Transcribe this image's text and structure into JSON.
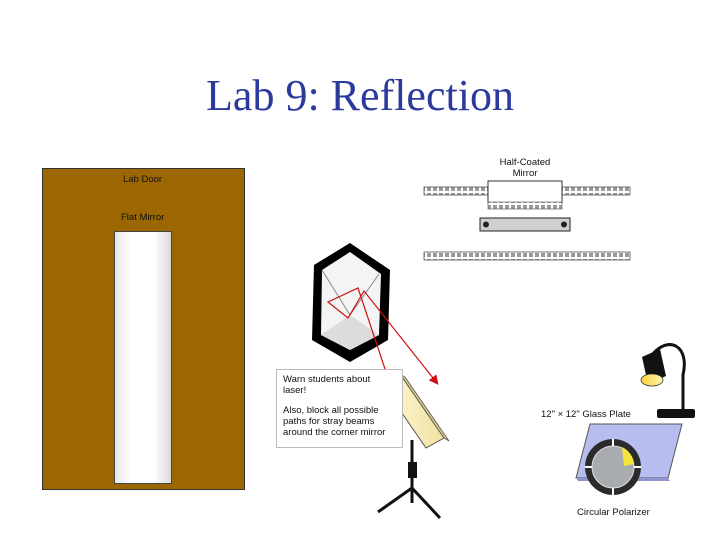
{
  "slide": {
    "title": "Lab 9: Reflection"
  },
  "labels": {
    "lab_door": "Lab Door",
    "flat_mirror": "Flat Mirror",
    "half_coated_mirror_line1": "Half-Coated",
    "half_coated_mirror_line2": "Mirror",
    "glass_plate": "12\" × 12\" Glass Plate",
    "circular_polarizer": "Circular Polarizer"
  },
  "warning": {
    "line1": "Warn students about laser!",
    "line2": "Also, block all possible paths for stray beams around the corner mirror"
  },
  "colors": {
    "title": "#2b3a9c",
    "door": "#9c6700",
    "laser_beam": "#d01010",
    "glass_plate": "#b8bdf0"
  },
  "icons": [
    "laser-icon",
    "lamp-icon",
    "tripod-icon",
    "polarizer-icon",
    "corner-mirror-icon",
    "optical-rail-icon"
  ]
}
